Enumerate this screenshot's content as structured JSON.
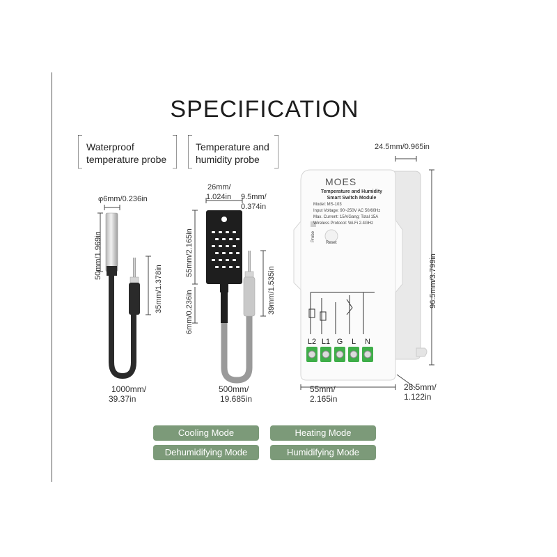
{
  "title": "SPECIFICATION",
  "probes": {
    "waterproof": {
      "label_line1": "Waterproof",
      "label_line2": "temperature probe",
      "diameter": "φ6mm/0.236in",
      "probe_length": "50mm/1.969in",
      "plug_length": "35mm/1.378in",
      "cable_length_line1": "1000mm/",
      "cable_length_line2": "39.37in"
    },
    "humidity": {
      "label_line1": "Temperature and",
      "label_line2": "humidity probe",
      "width_line1": "26mm/",
      "width_line2": "1.024in",
      "depth_line1": "9.5mm/",
      "depth_line2": "0.374in",
      "height": "55mm/2.165in",
      "neck": "6mm/0.236in",
      "plug_length": "39mm/1.535in",
      "cable_length_line1": "500mm/",
      "cable_length_line2": "19.685in"
    }
  },
  "module": {
    "brand": "MOES",
    "name_line1": "Temperature and Humidity",
    "name_line2": "Smart Switch Module",
    "model": "Model: MS-103",
    "input_voltage": "Input Voltage: 90~250V AC 50/60Hz",
    "max_current": "Max. Current: 15A/Gang; Total 15A",
    "wireless": "Wireless Protocol: Wi-Fi 2.4GHz",
    "probe_label": "Probe",
    "reset_label": "Reset",
    "terminals": [
      "L2",
      "L1",
      "G",
      "L",
      "N"
    ],
    "top_depth": "24.5mm/0.965in",
    "height": "96.5mm/3.799in",
    "width_line1": "55mm/",
    "width_line2": "2.165in",
    "depth_line1": "28.5mm/",
    "depth_line2": "1.122in"
  },
  "modes": [
    "Cooling Mode",
    "Heating Mode",
    "Dehumidifying Mode",
    "Humidifying Mode"
  ],
  "colors": {
    "mode_button": "#7c9a79",
    "terminal": "#3fae49",
    "cable_dark": "#2a2a2a",
    "cable_grey": "#9a9a9a"
  }
}
